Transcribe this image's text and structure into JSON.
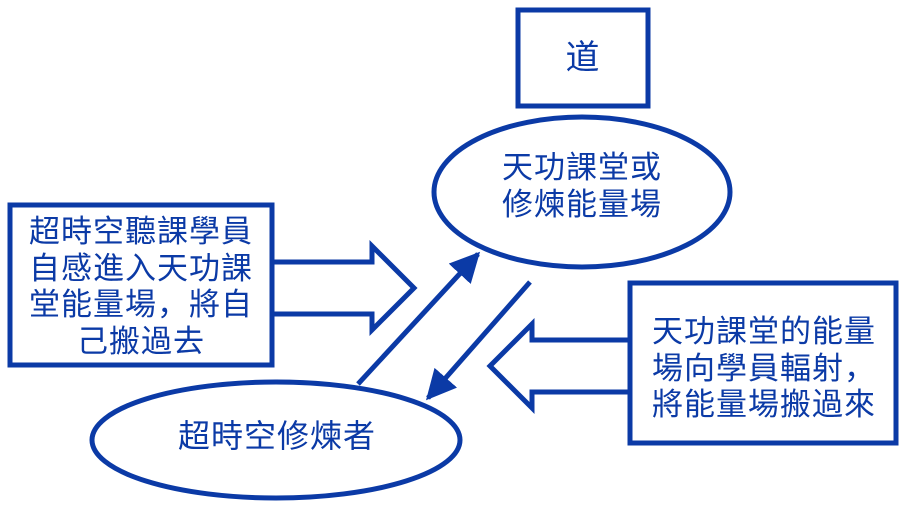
{
  "colors": {
    "stroke": "#0b3aa6",
    "text": "#0b3aa6",
    "background": "#ffffff"
  },
  "dao": {
    "label": "道"
  },
  "ellipse_top": {
    "line1": "天功課堂或",
    "line2": "修煉能量場"
  },
  "ellipse_bottom": {
    "label": "超時空修煉者"
  },
  "box_left": {
    "line1": "超時空聽課學員",
    "line2": "自感進入天功課",
    "line3": "堂能量場，將自",
    "line4": "己搬過去"
  },
  "box_right": {
    "line1": "天功課堂的能量",
    "line2": "場向學員輻射，",
    "line3": "將能量場搬過來"
  }
}
